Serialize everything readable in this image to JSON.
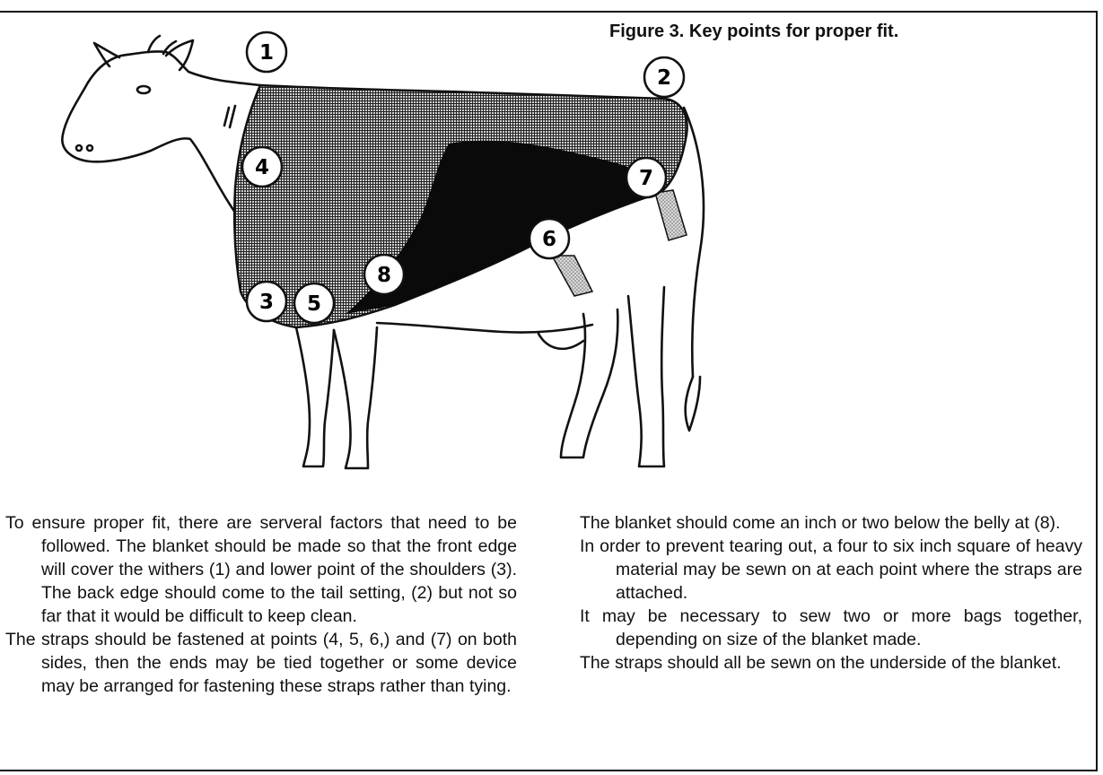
{
  "figure": {
    "caption": "Figure 3. Key points for proper fit.",
    "markers": {
      "m1": "1",
      "m2": "2",
      "m3": "3",
      "m4": "4",
      "m5": "5",
      "m6": "6",
      "m7": "7",
      "m8": "8"
    }
  },
  "text": {
    "left": [
      "To ensure proper fit, there are serveral factors that need to be followed. The blanket should be made so that the front edge will cover the withers (1) and lower point of the shoulders (3). The back edge should come to the tail setting, (2) but not so far that it would be difficult to keep clean.",
      "The straps should be fastened at points (4, 5, 6,) and (7) on both sides, then the ends may be tied together or some device may be arranged for fastening these straps rather than tying."
    ],
    "right": [
      "The blanket should come an inch or two below the belly at (8).",
      "In order to prevent tearing out, a four to six inch square of heavy material may be sewn on at each point where the straps are attached.",
      "It may be necessary to sew two or more bags together, depending on size of the blanket made.",
      "The straps should all be sewn on the underside of the blanket."
    ]
  }
}
